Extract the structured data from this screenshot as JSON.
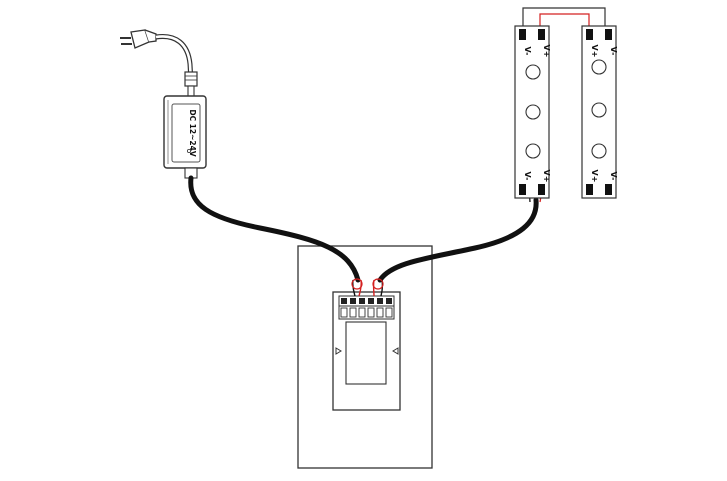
{
  "power_supply": {
    "label": "DC 12~24V"
  },
  "strip_left": {
    "top_pads": [
      "V-",
      "V+"
    ],
    "bottom_pads": [
      "V-",
      "V+"
    ]
  },
  "strip_right": {
    "top_pads": [
      "V+",
      "V-"
    ],
    "bottom_pads": [
      "V+",
      "V-"
    ]
  },
  "colors": {
    "wire": "#111111",
    "red_lead": "#d42020",
    "outline": "#444444",
    "led_fill": "#ffffff"
  },
  "icons": [
    "ac-plug-icon",
    "power-adapter-icon",
    "led-strip-icon",
    "wall-dimmer-icon"
  ]
}
